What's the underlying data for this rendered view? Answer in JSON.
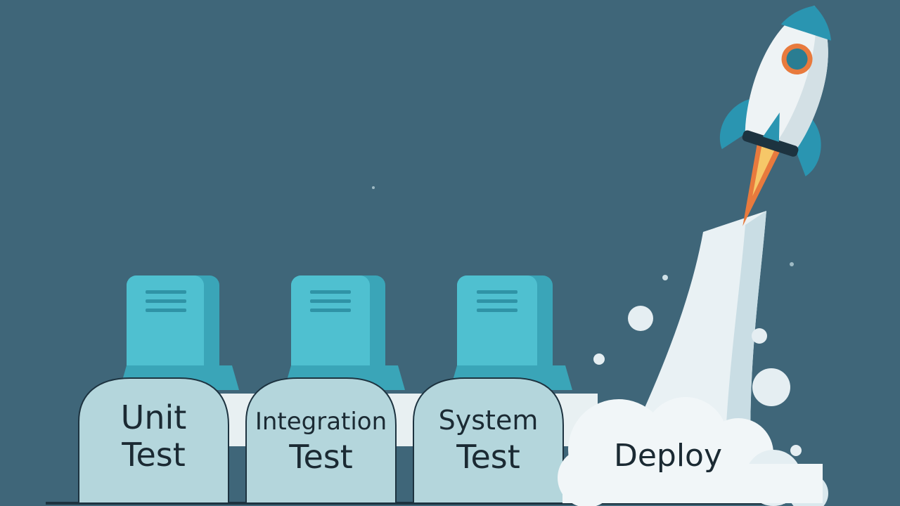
{
  "pipeline": {
    "stages": [
      {
        "line1": "Unit",
        "line2": "Test"
      },
      {
        "line1": "Integration",
        "line2": "Test"
      },
      {
        "line1": "System",
        "line2": "Test"
      },
      {
        "line1": "Deploy"
      }
    ]
  },
  "colors": {
    "background": "#3f6679",
    "server_front": "#4fc0d0",
    "server_side": "#3aa5b8",
    "label_card": "#b4d6dc",
    "rocket_body": "#eef3f5",
    "rocket_fins": "#2a95b1",
    "flame_outer": "#e87a3d",
    "flame_inner": "#f6c768",
    "smoke": "#f1f6f8"
  },
  "icons": [
    "server-icon",
    "rocket-icon",
    "smoke-cloud-icon"
  ]
}
